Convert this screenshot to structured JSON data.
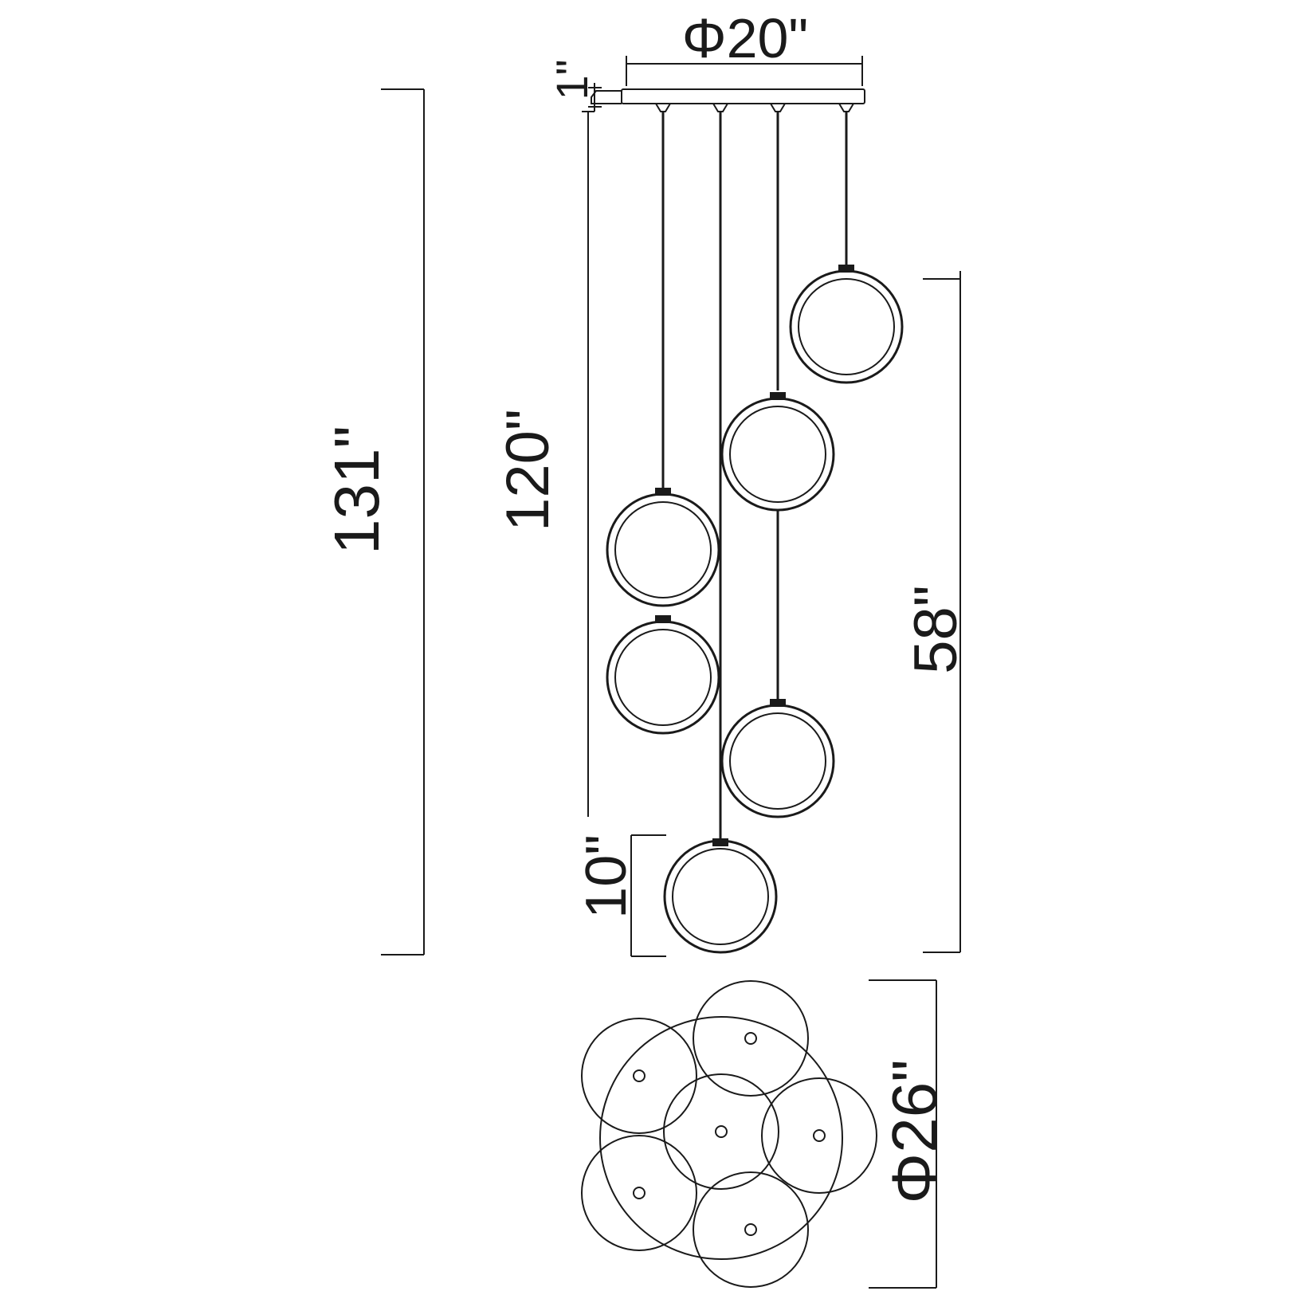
{
  "dimensions": {
    "canopy_diameter": "Φ20\"",
    "canopy_height": "1\"",
    "overall_height": "131\"",
    "max_cable_length": "120\"",
    "fixture_height_range": "58\"",
    "globe_height": "10\"",
    "spread_diameter": "Φ26\""
  },
  "colors": {
    "line": "#1a1a1a",
    "background": "#ffffff"
  }
}
